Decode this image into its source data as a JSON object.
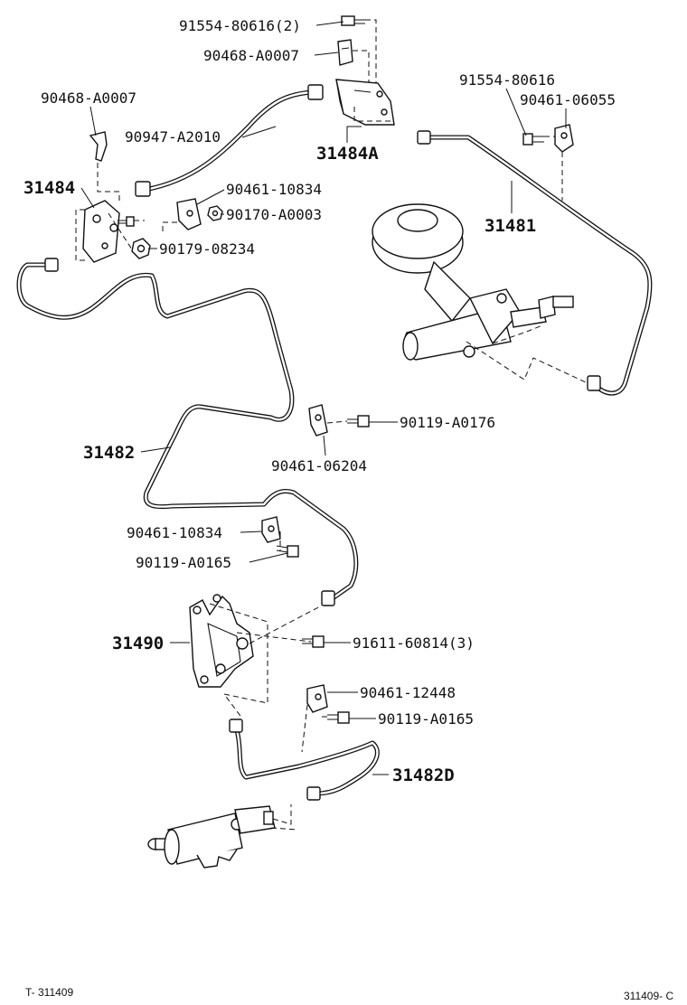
{
  "labels": {
    "p91554_80616_2": "91554-80616(2)",
    "p90468_a0007_top": "90468-A0007",
    "p91554_80616": "91554-80616",
    "p90461_06055": "90461-06055",
    "p90468_a0007_left": "90468-A0007",
    "p90947_a2010": "90947-A2010",
    "p31484a": "31484A",
    "p31484": "31484",
    "p90461_10834_top": "90461-10834",
    "p90170_a0003": "90170-A0003",
    "p31481": "31481",
    "p90179_08234": "90179-08234",
    "p90119_a0176": "90119-A0176",
    "p31482": "31482",
    "p90461_06204": "90461-06204",
    "p90461_10834_mid": "90461-10834",
    "p90119_a0165_mid": "90119-A0165",
    "p31490": "31490",
    "p91611_60814_3": "91611-60814(3)",
    "p90461_12448": "90461-12448",
    "p90119_a0165_low": "90119-A0165",
    "p31482d": "31482D"
  },
  "footer": {
    "left_code": "T- 311409",
    "right_code": "311409- C"
  }
}
